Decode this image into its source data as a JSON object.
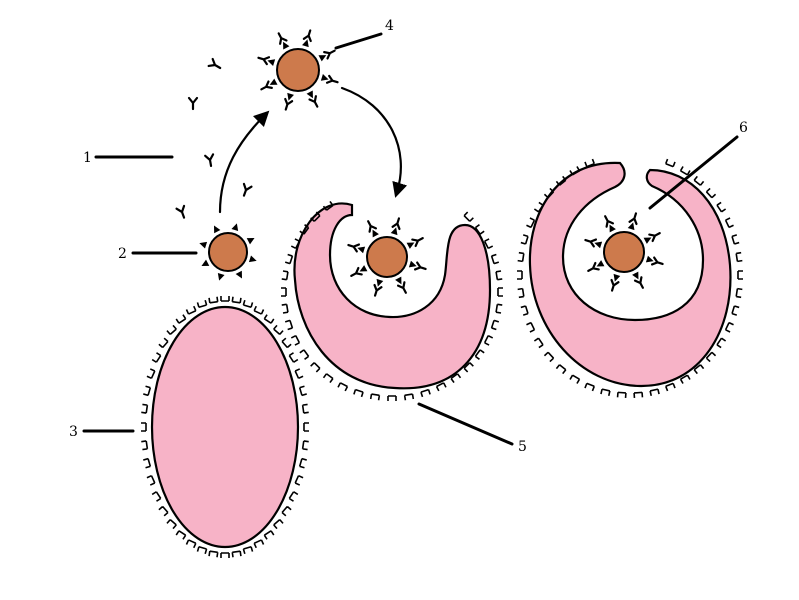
{
  "labels": {
    "l1": "1",
    "l2": "2",
    "l3": "3",
    "l4": "4",
    "l5": "5",
    "l6": "6"
  },
  "colors": {
    "background": "#ffffff",
    "cell": "#f7b3c7",
    "bacterium": "#cd7a4c",
    "outline": "#000000"
  }
}
